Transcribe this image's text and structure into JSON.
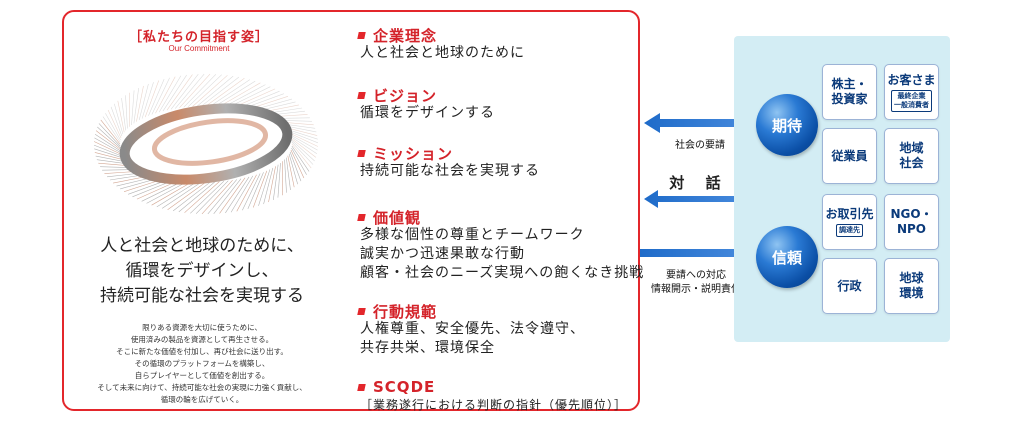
{
  "commitment": {
    "title": "［私たちの目指す姿］",
    "subtitle": "Our Commitment",
    "statement": [
      "人と社会と地球のために、",
      "循環をデザインし、",
      "持続可能な社会を実現する"
    ],
    "body": [
      "限りある資源を大切に使うために、",
      "使用済みの製品を資源として再生させる。",
      "そこに新たな価値を付加し、再び社会に送り出す。",
      "その循環のプラットフォームを構築し、",
      "自らプレイヤーとして価値を創出する。",
      "そして未来に向けて、持続可能な社会の実現に力強く貢献し、",
      "循環の輪を広げていく。"
    ]
  },
  "principles": [
    {
      "title": "企業理念",
      "lines": [
        "人と社会と地球のために"
      ]
    },
    {
      "title": "ビジョン",
      "lines": [
        "循環をデザインする"
      ]
    },
    {
      "title": "ミッション",
      "lines": [
        "持続可能な社会を実現する"
      ]
    },
    {
      "title": "価値観",
      "lines": [
        "多様な個性の尊重とチームワーク",
        "誠実かつ迅速果敢な行動",
        "顧客・社会のニーズ実現への飽くなき挑戦"
      ]
    },
    {
      "title": "行動規範",
      "lines": [
        "人権尊重、安全優先、法令遵守、",
        "共存共栄、環境保全"
      ]
    },
    {
      "title": "SCQDE",
      "lines": [
        "［業務遂行における判断の指針（優先順位）］"
      ]
    }
  ],
  "flows": {
    "request_label": "社会の要請",
    "dialog_label": "対 話",
    "response_line1": "要請への対応",
    "response_line2": "情報開示・説明責任"
  },
  "orbs": {
    "expectation": "期待",
    "trust": "信頼"
  },
  "stakeholders": [
    {
      "name": "株主・\n投資家",
      "sub": ""
    },
    {
      "name": "お客さま",
      "sub": "最終企業\n一般消費者"
    },
    {
      "name": "従業員",
      "sub": ""
    },
    {
      "name": "地域\n社会",
      "sub": ""
    },
    {
      "name": "お取引先",
      "sub": "調達先"
    },
    {
      "name": "NGO・\nNPO",
      "sub": ""
    },
    {
      "name": "行政",
      "sub": ""
    },
    {
      "name": "地球\n環境",
      "sub": ""
    }
  ],
  "colors": {
    "accent_red": "#e3262b",
    "navy": "#0b3a7a",
    "panel_blue": "#d3edf4",
    "arrow_blue": "#1e6bc9"
  }
}
